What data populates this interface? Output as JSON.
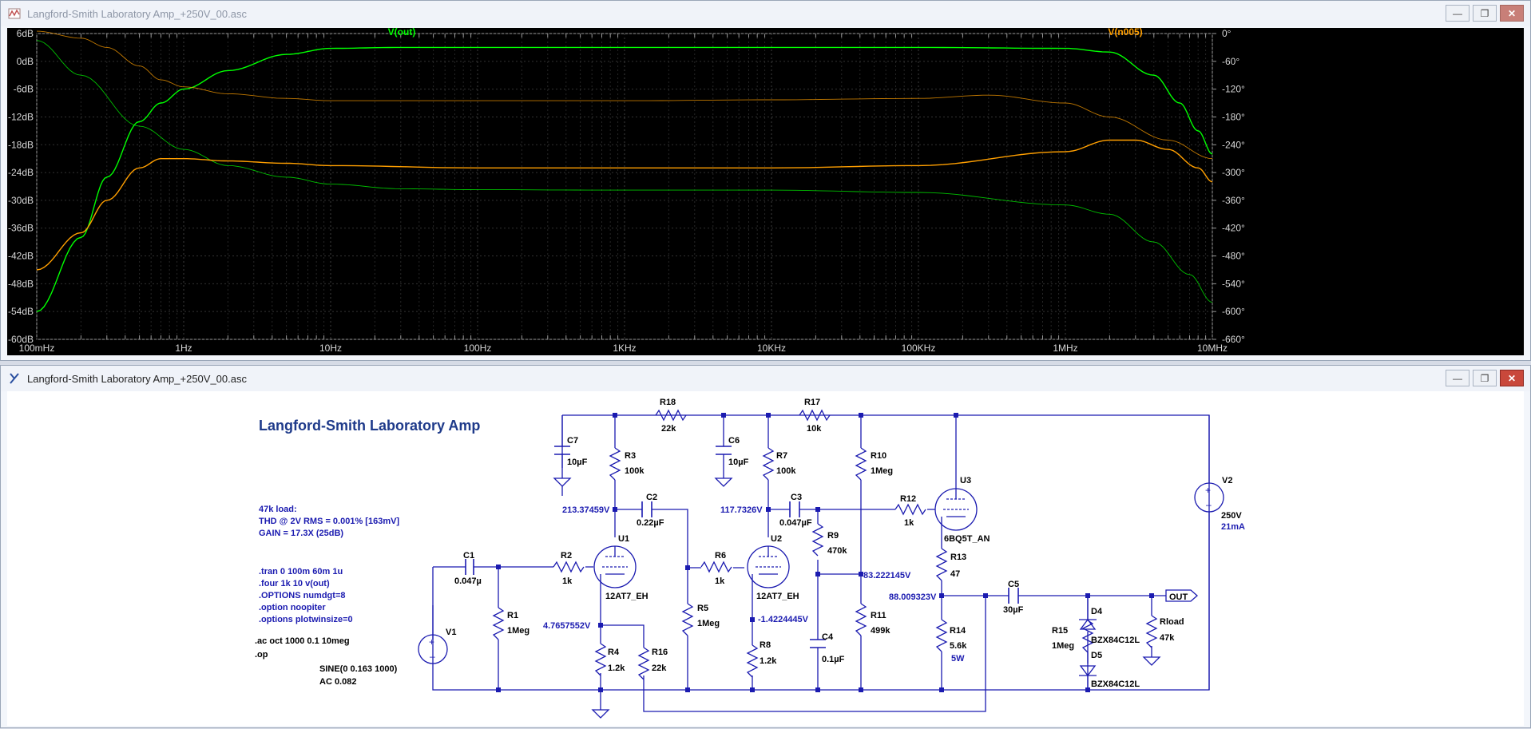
{
  "plot_window": {
    "title": "Langford-Smith Laboratory Amp_+250V_00.asc",
    "traces": [
      {
        "name": "V(out)",
        "color": "#00ff00"
      },
      {
        "name": "V(n005)",
        "color": "#ff9f00"
      }
    ],
    "left_axis": [
      "6dB",
      "0dB",
      "-6dB",
      "-12dB",
      "-18dB",
      "-24dB",
      "-30dB",
      "-36dB",
      "-42dB",
      "-48dB",
      "-54dB",
      "-60dB"
    ],
    "right_axis": [
      "0°",
      "-60°",
      "-120°",
      "-180°",
      "-240°",
      "-300°",
      "-360°",
      "-420°",
      "-480°",
      "-540°",
      "-600°",
      "-660°"
    ],
    "x_axis": [
      "100mHz",
      "1Hz",
      "10Hz",
      "100Hz",
      "1KHz",
      "10KHz",
      "100KHz",
      "1MHz",
      "10MHz"
    ]
  },
  "chart_data": {
    "type": "line",
    "x_scale": "log",
    "x_range": [
      0.1,
      10000000
    ],
    "y_left_range": [
      -60,
      6
    ],
    "y_right_range": [
      -660,
      0
    ],
    "y_left_unit": "dB",
    "y_right_unit": "°",
    "grid": true,
    "series": [
      {
        "name": "V(out)",
        "axis": "left",
        "quantity": "magnitude",
        "x": [
          0.1,
          0.2,
          0.3,
          0.5,
          0.7,
          1,
          2,
          5,
          10,
          30,
          100,
          1000,
          10000,
          100000,
          1000000,
          2000000,
          4000000,
          6000000,
          8000000,
          10000000
        ],
        "y": [
          -54,
          -38,
          -25,
          -13,
          -9,
          -6,
          -2,
          1.5,
          2.8,
          3,
          3,
          3,
          3,
          3,
          2.8,
          2,
          -3,
          -9,
          -15,
          -20
        ]
      },
      {
        "name": "V(out)",
        "axis": "right",
        "quantity": "phase",
        "x": [
          0.1,
          0.2,
          0.5,
          1,
          2,
          5,
          10,
          30,
          100,
          1000,
          10000,
          100000,
          1000000,
          2000000,
          4000000,
          7000000,
          10000000
        ],
        "y": [
          -15,
          -90,
          -200,
          -250,
          -285,
          -310,
          -325,
          -335,
          -337,
          -338,
          -338,
          -343,
          -370,
          -390,
          -450,
          -520,
          -580
        ]
      },
      {
        "name": "V(n005)",
        "axis": "left",
        "quantity": "magnitude",
        "x": [
          0.1,
          0.2,
          0.3,
          0.5,
          0.7,
          1,
          2,
          5,
          10,
          100,
          1000,
          10000,
          100000,
          1000000,
          2000000,
          3000000,
          5000000,
          8000000,
          10000000
        ],
        "y": [
          -45,
          -37,
          -30,
          -23,
          -21,
          -21,
          -21.5,
          -22,
          -22.5,
          -23,
          -23,
          -23,
          -22.5,
          -19.5,
          -17,
          -17,
          -19,
          -23,
          -26
        ]
      },
      {
        "name": "V(n005)",
        "axis": "right",
        "quantity": "phase",
        "x": [
          0.1,
          0.2,
          0.3,
          0.5,
          0.7,
          1,
          2,
          5,
          10,
          100,
          1000,
          10000,
          100000,
          300000,
          1000000,
          2000000,
          5000000,
          10000000
        ],
        "y": [
          5,
          -10,
          -30,
          -70,
          -100,
          -115,
          -130,
          -140,
          -145,
          -145,
          -145,
          -143,
          -140,
          -133,
          -150,
          -180,
          -230,
          -270
        ]
      }
    ]
  },
  "schematic_window": {
    "title": "Langford-Smith Laboratory Amp_+250V_00.asc",
    "heading": "Langford-Smith Laboratory Amp",
    "notes": [
      "47k load:",
      "THD @ 2V RMS = 0.001% [163mV]",
      "GAIN = 17.3X (25dB)"
    ],
    "directives": [
      ".tran 0 100m 60m 1u",
      ".four 1k 10 v(out)",
      ".OPTIONS numdgt=8",
      ".option noopiter",
      ".options plotwinsize=0"
    ],
    "ac_cmds": [
      ".ac oct 1000 0.1 10meg",
      ".op"
    ],
    "source": [
      "SINE(0 0.163 1000)",
      "AC 0.082"
    ],
    "components": {
      "R18": [
        "R18",
        "22k"
      ],
      "R17": [
        "R17",
        "10k"
      ],
      "C7": [
        "C7",
        "10µF"
      ],
      "R3": [
        "R3",
        "100k"
      ],
      "C6": [
        "C6",
        "10µF"
      ],
      "R7": [
        "R7",
        "100k"
      ],
      "R10": [
        "R10",
        "1Meg"
      ],
      "C2": [
        "C2",
        "0.22µF"
      ],
      "C3": [
        "C3",
        "0.047µF"
      ],
      "R12": [
        "R12",
        "1k"
      ],
      "U3": [
        "U3",
        "6BQ5T_AN"
      ],
      "R9": [
        "R9",
        "470k"
      ],
      "C1": [
        "C1",
        "0.047µ"
      ],
      "R2": [
        "R2",
        "1k"
      ],
      "U1": [
        "U1",
        "12AT7_EH"
      ],
      "R6": [
        "R6",
        "1k"
      ],
      "U2": [
        "U2",
        "12AT7_EH"
      ],
      "R13": [
        "R13",
        "47"
      ],
      "C5": [
        "C5",
        "30µF"
      ],
      "R1": [
        "R1",
        "1Meg"
      ],
      "R5": [
        "R5",
        "1Meg"
      ],
      "R11": [
        "R11",
        "499k"
      ],
      "R4": [
        "R4",
        "1.2k"
      ],
      "R16": [
        "R16",
        "22k"
      ],
      "R8": [
        "R8",
        "1.2k"
      ],
      "C4": [
        "C4",
        "0.1µF"
      ],
      "R14": [
        "R14",
        "5.6k"
      ],
      "R14_power": "5W",
      "R15": [
        "R15",
        "1Meg"
      ],
      "D4": [
        "D4",
        "BZX84C12L"
      ],
      "D5": [
        "D5",
        "BZX84C12L"
      ],
      "Rload": [
        "Rload",
        "47k"
      ],
      "V1": "V1",
      "V2": [
        "V2",
        "250V",
        "21mA"
      ],
      "out_port": "OUT"
    },
    "node_voltages": {
      "n1": "213.37459V",
      "n2": "117.7326V",
      "n3": "4.7657552V",
      "n4": "-1.4224445V",
      "n5": "83.222145V",
      "n6": "88.009323V"
    }
  }
}
